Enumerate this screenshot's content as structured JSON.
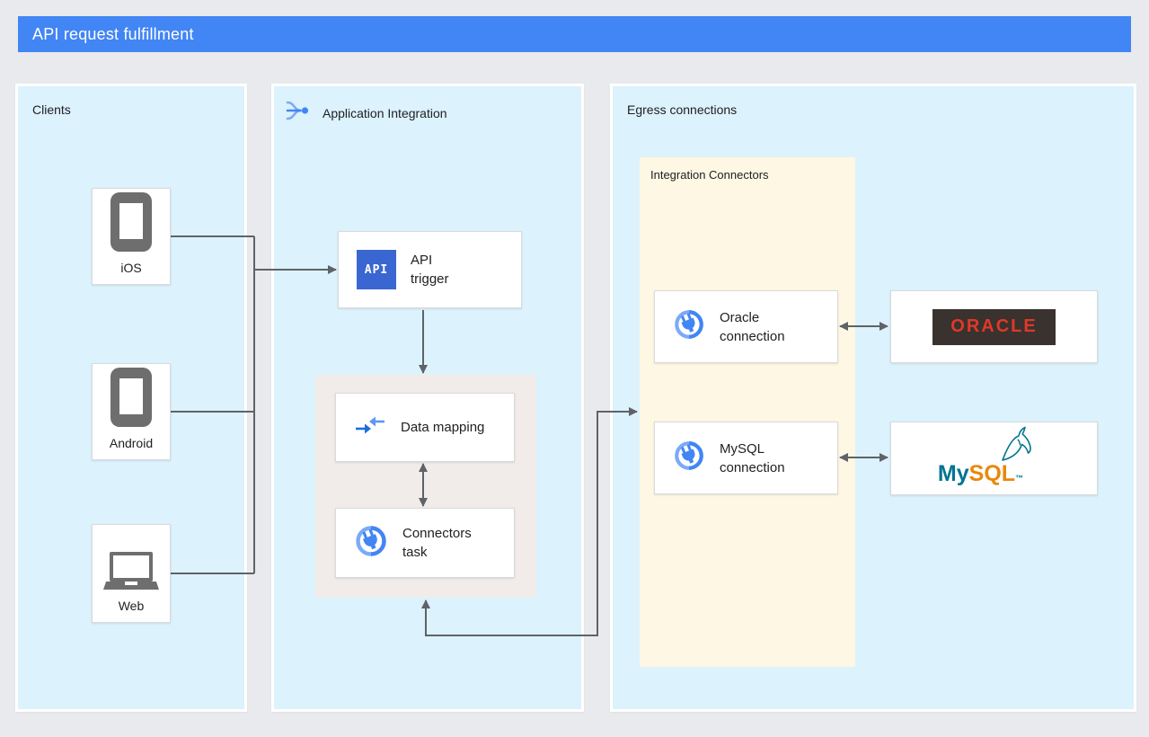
{
  "banner": {
    "title": "API request fulfillment"
  },
  "colors": {
    "banner_blue": "#4285F4",
    "panel_blue": "#DCF2FC",
    "container_yellow": "#FDF7E3",
    "container_pink": "#F1ECE9",
    "connector_line_gray": "#5F6368",
    "api_chip_blue": "#3A66D1",
    "google_blue": "#4285F4",
    "oracle_red": "#E0382A",
    "oracle_dark": "#39322E",
    "mysql_teal": "#00758F",
    "mysql_orange": "#E8890C",
    "background_gray": "#E9EAED"
  },
  "clients": {
    "title": "Clients",
    "items": [
      {
        "label": "iOS"
      },
      {
        "label": "Android"
      },
      {
        "label": "Web"
      }
    ]
  },
  "integration": {
    "title": "Application Integration",
    "api_trigger": {
      "icon_text": "API",
      "label": "API\ntrigger"
    },
    "data_mapping": {
      "label": "Data mapping"
    },
    "connectors_task": {
      "label": "Connectors\ntask"
    }
  },
  "egress": {
    "title": "Egress connections",
    "integration_connectors": {
      "title": "Integration Connectors",
      "connections": [
        {
          "label": "Oracle\nconnection"
        },
        {
          "label": "MySQL\nconnection"
        }
      ]
    },
    "logos": {
      "oracle": {
        "text": "ORACLE"
      },
      "mysql": {
        "text_my": "My",
        "text_sql": "SQL",
        "trademark": "™"
      }
    }
  }
}
